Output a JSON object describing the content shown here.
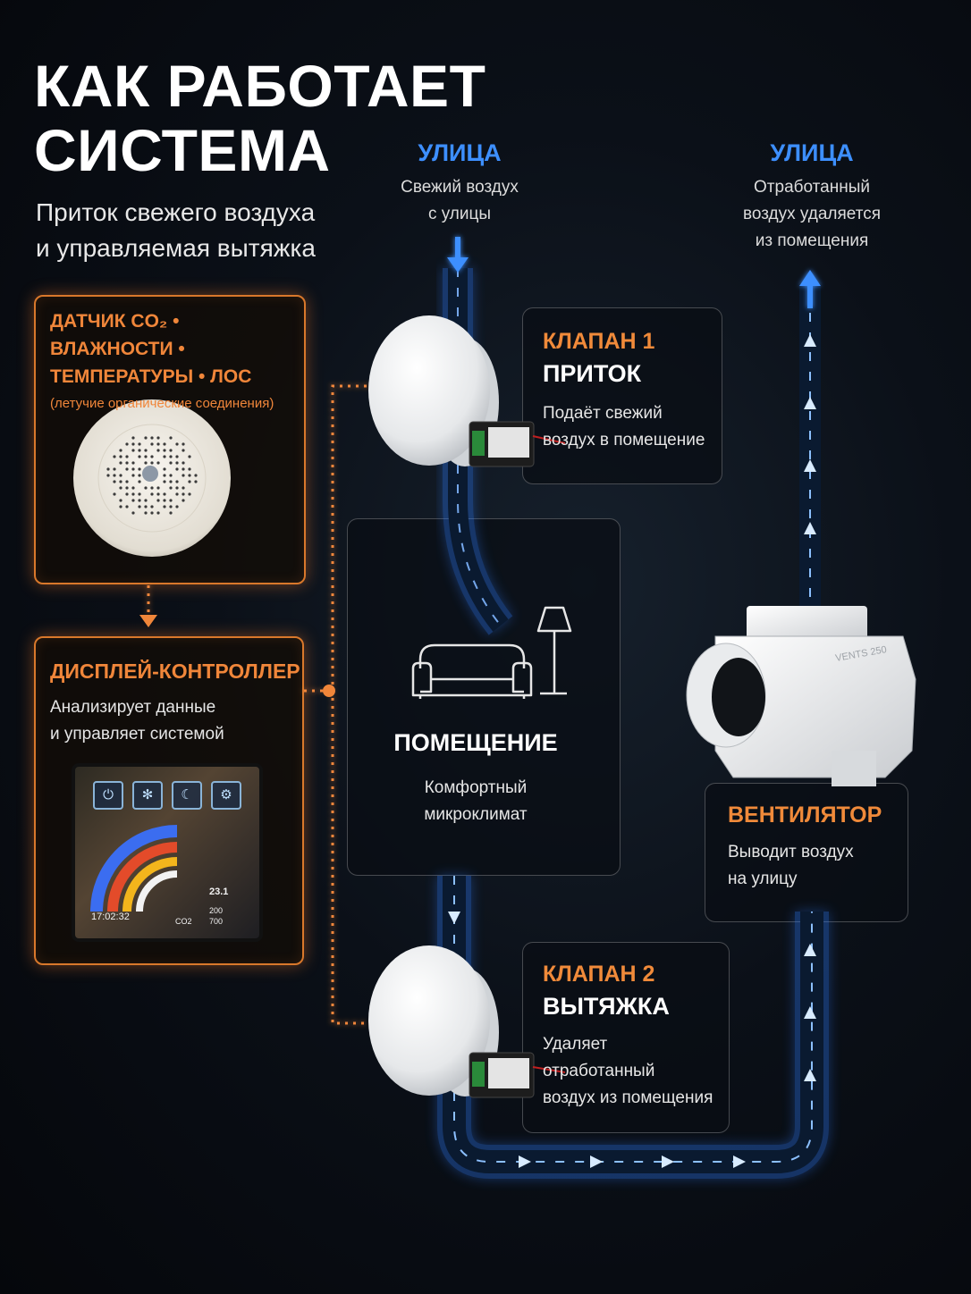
{
  "header": {
    "title_line1": "КАК РАБОТАЕТ",
    "title_line2": "СИСТЕМА",
    "subtitle_line1": "Приток свежего воздуха",
    "subtitle_line2": "и управляемая вытяжка"
  },
  "street_in": {
    "label": "УЛИЦА",
    "desc_line1": "Свежий воздух",
    "desc_line2": "с улицы"
  },
  "street_out": {
    "label": "УЛИЦА",
    "desc_line1": "Отработанный",
    "desc_line2": "воздух удаляется",
    "desc_line3": "из помещения"
  },
  "sensor": {
    "line1": "ДАТЧИК CO₂ • ВЛАЖНОСТИ •",
    "line2": "ТЕМПЕРАТУРЫ • ЛОС",
    "note": "(летучие органические соединения)"
  },
  "controller": {
    "title": "ДИСПЛЕЙ-КОНТРОЛЛЕР",
    "desc_line1": "Анализирует данные",
    "desc_line2": "и управляет системой",
    "screen": {
      "time": "17:02:32",
      "co2_label": "CO2",
      "value_temp": "23.1",
      "value_a": "200",
      "value_b": "700"
    }
  },
  "valve1": {
    "number": "КЛАПАН 1",
    "name": "ПРИТОК",
    "desc_line1": "Подаёт свежий",
    "desc_line2": "воздух в помещение"
  },
  "room": {
    "title": "ПОМЕЩЕНИЕ",
    "desc_line1": "Комфортный",
    "desc_line2": "микроклимат"
  },
  "fan": {
    "title": "ВЕНТИЛЯТОР",
    "desc_line1": "Выводит воздух",
    "desc_line2": "на улицу"
  },
  "valve2": {
    "number": "КЛАПАН 2",
    "name": "ВЫТЯЖКА",
    "desc_line1": "Удаляет",
    "desc_line2": "отработанный",
    "desc_line3": "воздух из помещения"
  },
  "colors": {
    "accent_orange": "#f0863a",
    "accent_blue": "#3d8fff",
    "background": "#0b1018"
  },
  "icons": [
    "power-icon",
    "fan-icon",
    "moon-icon",
    "gear-icon",
    "sofa-icon",
    "floor-lamp-icon"
  ]
}
